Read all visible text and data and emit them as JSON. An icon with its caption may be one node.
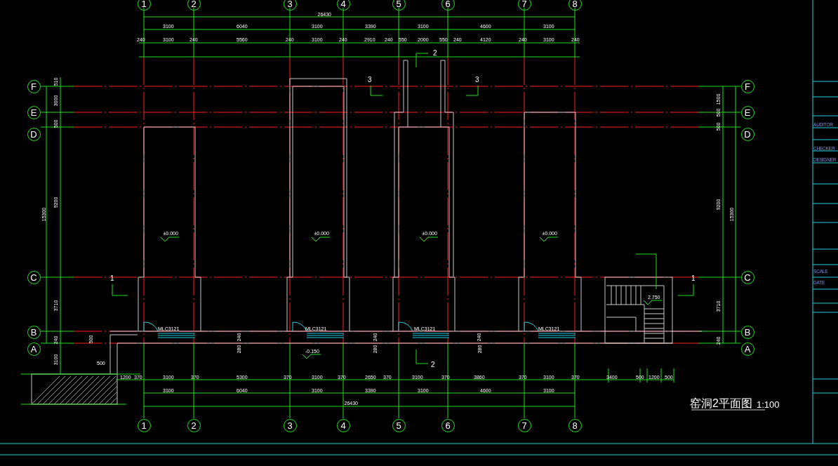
{
  "diagram": {
    "title": "窑洞2平面图",
    "nodes": [
      {
        "text": [
          "1"
        ]
      },
      {
        "text": [
          "2"
        ]
      },
      {
        "text": [
          "3"
        ]
      },
      {
        "text": [
          "4"
        ]
      },
      {
        "text": [
          "5"
        ]
      },
      {
        "text": [
          "6"
        ]
      },
      {
        "text": [
          "7"
        ]
      },
      {
        "text": [
          "8"
        ]
      },
      {
        "text": [
          "F"
        ]
      },
      {
        "text": [
          "E"
        ]
      },
      {
        "text": [
          "D"
        ]
      },
      {
        "text": [
          "C"
        ]
      },
      {
        "text": [
          "B"
        ]
      },
      {
        "text": [
          "A"
        ]
      },
      {
        "text": [
          "F"
        ]
      },
      {
        "text": [
          "E"
        ]
      },
      {
        "text": [
          "D"
        ]
      },
      {
        "text": [
          "C"
        ]
      },
      {
        "text": [
          "B"
        ]
      },
      {
        "text": [
          "A"
        ]
      },
      {
        "text": [
          "1"
        ]
      },
      {
        "text": [
          "2"
        ]
      },
      {
        "text": [
          "3"
        ]
      },
      {
        "text": [
          "4"
        ]
      },
      {
        "text": [
          "5"
        ]
      },
      {
        "text": [
          "6"
        ]
      },
      {
        "text": [
          "7"
        ]
      },
      {
        "text": [
          "8"
        ]
      }
    ],
    "labels": [
      "26430",
      "3100",
      "6040",
      "3100",
      "3390",
      "3100",
      "4600",
      "3100",
      "240",
      "3100",
      "240",
      "5560",
      "240",
      "3100",
      "240",
      "2910",
      "240",
      "550",
      "2000",
      "550",
      "240",
      "4120",
      "240",
      "3100",
      "240",
      "2",
      "3",
      "3",
      "510",
      "3000",
      "500",
      "9200",
      "3710",
      "240",
      "3100",
      "15300",
      "1500",
      "500",
      "500",
      "9200",
      "3710",
      "240",
      "15300",
      "±0.000",
      "±0.000",
      "±0.000",
      "±0.000",
      "1",
      "1",
      "2.750",
      "MLC3121",
      "MLC3121",
      "MLC3121",
      "MLC3121",
      "240",
      "280",
      "240",
      "280",
      "240",
      "280",
      "500",
      "-0.150",
      "500",
      "2",
      "1200",
      "370",
      "3100",
      "370",
      "5300",
      "370",
      "3100",
      "370",
      "2650",
      "370",
      "3100",
      "370",
      "3860",
      "370",
      "3100",
      "370",
      "3400",
      "500",
      "1200",
      "500",
      "3100",
      "6040",
      "3100",
      "3390",
      "3100",
      "4600",
      "3100",
      "26430",
      "1:100",
      "AUDITOR",
      "CHECKER",
      "DESIGNER",
      "SCALE",
      "DATE"
    ]
  }
}
